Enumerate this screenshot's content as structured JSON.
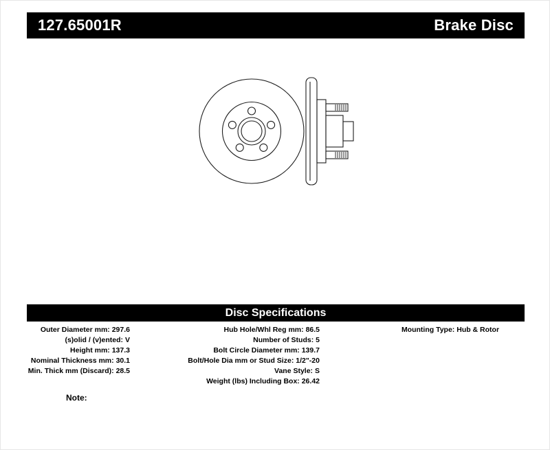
{
  "header": {
    "part_number": "127.65001R",
    "product_title": "Brake Disc"
  },
  "colors": {
    "bar_background": "#000000",
    "bar_text": "#ffffff",
    "drawing_stroke": "#1c1c1c"
  },
  "spec_section": {
    "title": "Disc Specifications",
    "left_specs": [
      {
        "label": "Outer Diameter mm:",
        "value": "297.6"
      },
      {
        "label": "(s)olid / (v)ented:",
        "value": "V"
      },
      {
        "label": "Height mm:",
        "value": "137.3"
      },
      {
        "label": "Nominal Thickness mm:",
        "value": "30.1"
      },
      {
        "label": "Min. Thick mm (Discard):",
        "value": "28.5"
      }
    ],
    "middle_specs": [
      {
        "label": "Hub Hole/Whl Reg mm:",
        "value": "86.5"
      },
      {
        "label": "Number of Studs:",
        "value": "5"
      },
      {
        "label": "Bolt Circle Diameter mm:",
        "value": "139.7"
      },
      {
        "label": "Bolt/Hole Dia mm or Stud Size:",
        "value": "1/2\"-20"
      },
      {
        "label": "Vane Style:",
        "value": "S"
      },
      {
        "label": "Weight (lbs) Including Box:",
        "value": "26.42"
      }
    ],
    "right_specs": [
      {
        "label": "Mounting Type:",
        "value": "Hub & Rotor"
      }
    ]
  },
  "note": {
    "label": "Note:"
  }
}
